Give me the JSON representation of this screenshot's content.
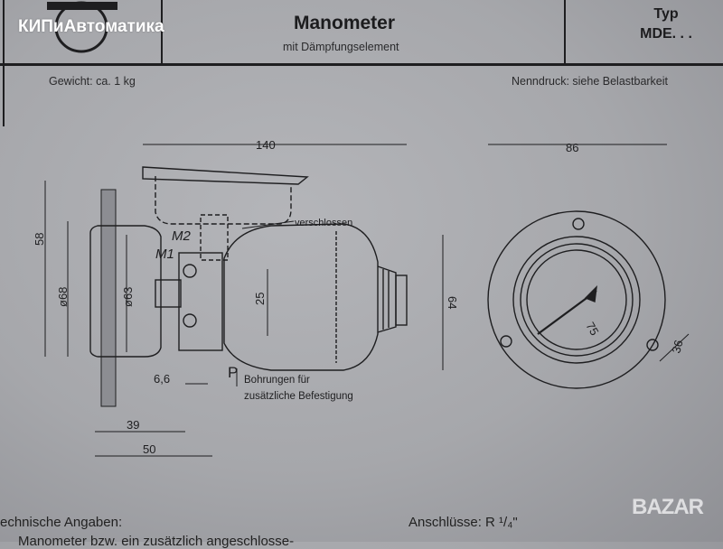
{
  "header": {
    "watermark": "КИПиАвтоматика",
    "title": "Manometer",
    "subtitle": "mit Dämpfungselement",
    "type_label": "Typ",
    "type_value": "MDE. . ."
  },
  "info": {
    "weight": "Gewicht: ca. 1 kg",
    "nominal_pressure": "Nenndruck: siehe Belastbarkeit"
  },
  "drawing": {
    "dim_140": "140",
    "dim_58": "58",
    "dim_d68": "ø68",
    "dim_d63": "ø63",
    "dim_25": "25",
    "dim_64": "64",
    "dim_6_6": "6,6",
    "dim_39": "39",
    "dim_50": "50",
    "dim_86": "86",
    "dim_75": "75",
    "dim_36": "36",
    "label_m1": "M1",
    "label_m2": "M2",
    "label_p": "P",
    "label_closed": "verschlossen",
    "label_holes_1": "Bohrungen für",
    "label_holes_2": "zusätzliche Befestigung"
  },
  "footer": {
    "tech_data": "echnische Angaben:",
    "tech_line": "Manometer bzw. ein zusätzlich angeschlosse-",
    "connections": "Anschlüsse: R ¹/₄\"",
    "bazar_logo": "BAZAR"
  }
}
